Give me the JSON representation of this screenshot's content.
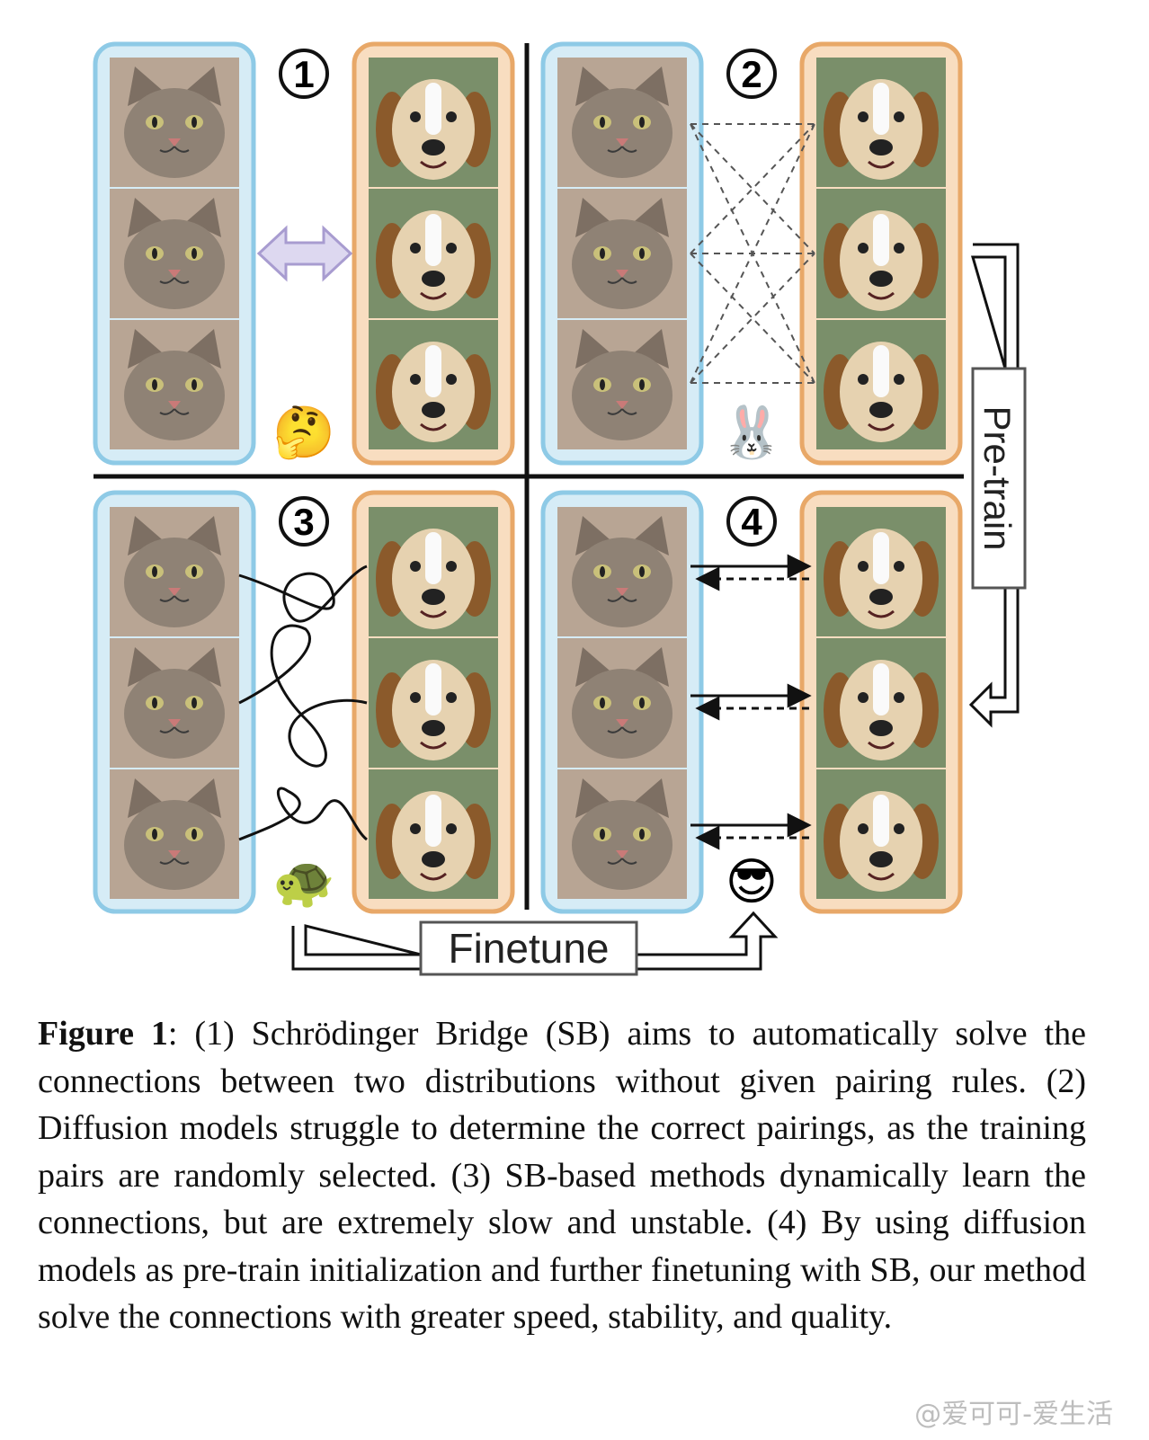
{
  "figure": {
    "panels": [
      {
        "number": "①",
        "emoji": "🤔",
        "description": "Schrödinger Bridge: unknown pairing"
      },
      {
        "number": "②",
        "emoji": "🐰",
        "description": "Diffusion: random pairings"
      },
      {
        "number": "③",
        "emoji": "🐢",
        "description": "SB-based: tangled connections"
      },
      {
        "number": "④",
        "emoji": "😎",
        "description": "Ours: direct connections"
      }
    ],
    "source_domain": "cats",
    "target_domain": "dogs",
    "pretrain_label": "Pre-train",
    "finetune_label": "Finetune"
  },
  "caption": {
    "label": "Figure 1",
    "text": ": (1) Schrödinger Bridge (SB) aims to automatically solve the connections between two distributions without given pairing rules. (2) Diffusion models struggle to determine the correct pairings, as the training pairs are randomly selected. (3) SB-based methods dynamically learn the connections, but are extremely slow and unstable. (4) By using diffusion models as pre-train initialization and further finetuning with SB, our method solve the connections with greater speed, stability, and quality."
  },
  "watermark": "@爱可可-爱生活",
  "colors": {
    "cat_frame": "#8ecae6",
    "cat_fill": "#d6ecf6",
    "dog_frame": "#e8a868",
    "dog_fill": "#f8ddc0",
    "arrow": "#a89cd0",
    "divider": "#111111"
  }
}
